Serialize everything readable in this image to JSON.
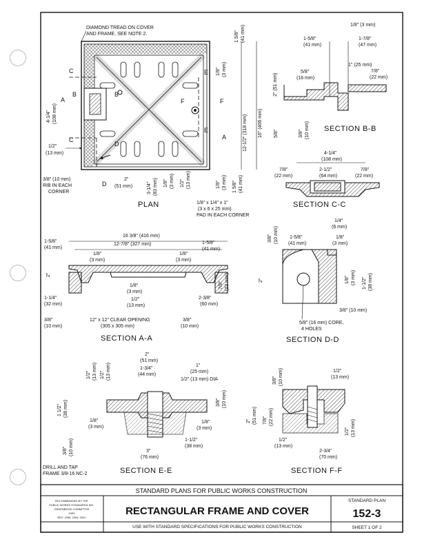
{
  "plan": {
    "title": "PLAN",
    "diamond_note_1": "DIAMOND TREAD ON COVER",
    "diamond_note_2": "AND FRAME. SEE NOTE 2.",
    "rib_1": "3/8\" (10 mm)",
    "rib_2": "RIB IN EACH",
    "rib_3": "CORNER",
    "pad_1": "1/8\" x 1/4\" x 1\"",
    "pad_2": "(3 x 6 x 25 mm)",
    "pad_3": "PAD IN EACH CORNER",
    "dim_15_8": "1 5/8\"",
    "dim_41": "(41 mm)",
    "dim_18": "1/8\"",
    "dim_3": "(3 mm)",
    "dim_12_12": "12-1/2\" (318 mm)",
    "dim_16": "16\" (406 mm)",
    "dim_4_14": "4-1/4\"",
    "dim_108": "(108 mm)",
    "dim_12": "1/2\"",
    "dim_13": "(13 mm)",
    "dim_2": "2\"",
    "dim_51": "(51 mm)",
    "dim_3_4": "3-1/4\"",
    "dim_83": "(83 mm)",
    "cut_a": "A",
    "cut_b": "B",
    "cut_c": "C",
    "cut_d": "D",
    "cut_e": "E",
    "cut_f": "F"
  },
  "section_bb": {
    "title": "SECTION B-B",
    "d1": "1/8\" (3 mm)",
    "d2": "1-5/8\"",
    "d3": "(41 mm)",
    "d4": "1-7/8\"",
    "d5": "(47 mm)",
    "d6": "1\" (25 mm)",
    "d7": "7/8\"",
    "d8": "(22 mm)",
    "d9": "5/8\"",
    "d10": "(16 mm)",
    "d11": "2\" (51 mm)",
    "d12": "5/8\"",
    "d13": "3/8\"",
    "d14": "(10 mm)"
  },
  "section_cc": {
    "title": "SECTION C-C",
    "d1": "4-1/4\"",
    "d2": "(108 mm)",
    "d3": "7/8\"",
    "d4": "(22 mm)",
    "d5": "2-1/2\"",
    "d6": "(64 mm)",
    "d7": "7/8\"",
    "d8": "(22 mm)"
  },
  "section_aa": {
    "title": "SECTION A-A",
    "d1": "16 3/8\" (416 mm)",
    "d2": "12-7/8\" (327 mm)",
    "d3": "1-5/8\"",
    "d4": "(41 mm)",
    "d5": "1-5/8\"",
    "d6": "(41 mm)",
    "d7": "1/8\"",
    "d8": "(3 mm)",
    "d9": "1/8\"",
    "d10": "(3 mm)",
    "d11": "2\"",
    "d12": "1-1/4\"",
    "d13": "(32 mm)",
    "d14": "1/8\"",
    "d15": "(3 mm)",
    "d16": "1/2\"",
    "d17": "(13 mm)",
    "d18": "2-3/8\"",
    "d19": "(60 mm)",
    "d20": "7/8\"",
    "d21": "(22 mm)",
    "d22": "3/8\"",
    "d23": "(10 mm)",
    "d24": "12\" x 12\" CLEAR OPENING",
    "d25": "(305 x 305 mm)",
    "d26": "3/8\"",
    "d27": "(10 mm)"
  },
  "section_dd": {
    "title": "SECTION D-D",
    "d1": "1/4\"",
    "d2": "(6 mm)",
    "d3": "3/8\"",
    "d4": "(10 mm)",
    "d5": "1-5/8\"",
    "d6": "(41 mm)",
    "d7": "1/8\"",
    "d8": "(3 mm)",
    "d9": "1/8\"",
    "d10": "(3 mm)",
    "d11": "1-1/2\"",
    "d12": "(38 mm)",
    "d13": "3/8\" (10 mm)",
    "d14": "5/8\" (16 mm) CORE,",
    "d15": "4 HOLES"
  },
  "section_ee": {
    "title": "SECTION E-E",
    "d1": "2\"",
    "d2": "(51 mm)",
    "d3": "1-3/4\"",
    "d4": "(44 mm)",
    "d5": "1\"",
    "d6": "(25 mm)",
    "d7": "1/2\" (13 mm) DIA",
    "d8": "1/2\"",
    "d9": "(13 mm)",
    "d10": "1/2\"",
    "d11": "(13 mm)",
    "d12": "1 1/2\"",
    "d13": "(38 mm)",
    "d14": "1/8\"",
    "d15": "(3 mm)",
    "d16": "3/8\"",
    "d17": "(10 mm)",
    "d18": "1/8\"",
    "d19": "(3 mm)",
    "d20": "1-1/2\"",
    "d21": "(38 mm)",
    "d22": "3\"",
    "d23": "(76 mm)",
    "drill_1": "DRILL AND TAP",
    "drill_2": "FRAME 3/8-16 NC-2"
  },
  "section_ff": {
    "title": "SECTION F-F",
    "d1": "1/2\"",
    "d2": "(13 mm)",
    "d3": "3/8\"",
    "d4": "(10 mm)",
    "d5": "2\"",
    "d6": "(51 mm)",
    "d7": "7/8\"",
    "d8": "(22 mm)",
    "d9": "1/2\"",
    "d10": "(13 mm)",
    "d11": "1/2\"",
    "d12": "(13 mm)",
    "d13": "2-3/4\"",
    "d14": "(70 mm)"
  },
  "title_block": {
    "header": "STANDARD PLANS FOR PUBLIC WORKS CONSTRUCTION",
    "org_1": "RECOMMENDED BY THE",
    "org_2": "PUBLIC WORKS STANDARDS INC.",
    "org_3": "GREENBOOK COMMITTEE",
    "org_4": "1993",
    "org_5": "REV. 1996, 2009, 2021",
    "title": "RECTANGULAR FRAME AND COVER",
    "footer": "USE WITH STANDARD SPECIFICATIONS FOR PUBLIC WORKS CONSTRUCTION",
    "plan_label": "STANDARD PLAN",
    "plan_number": "152-3",
    "sheet": "SHEET 1 OF 2"
  }
}
